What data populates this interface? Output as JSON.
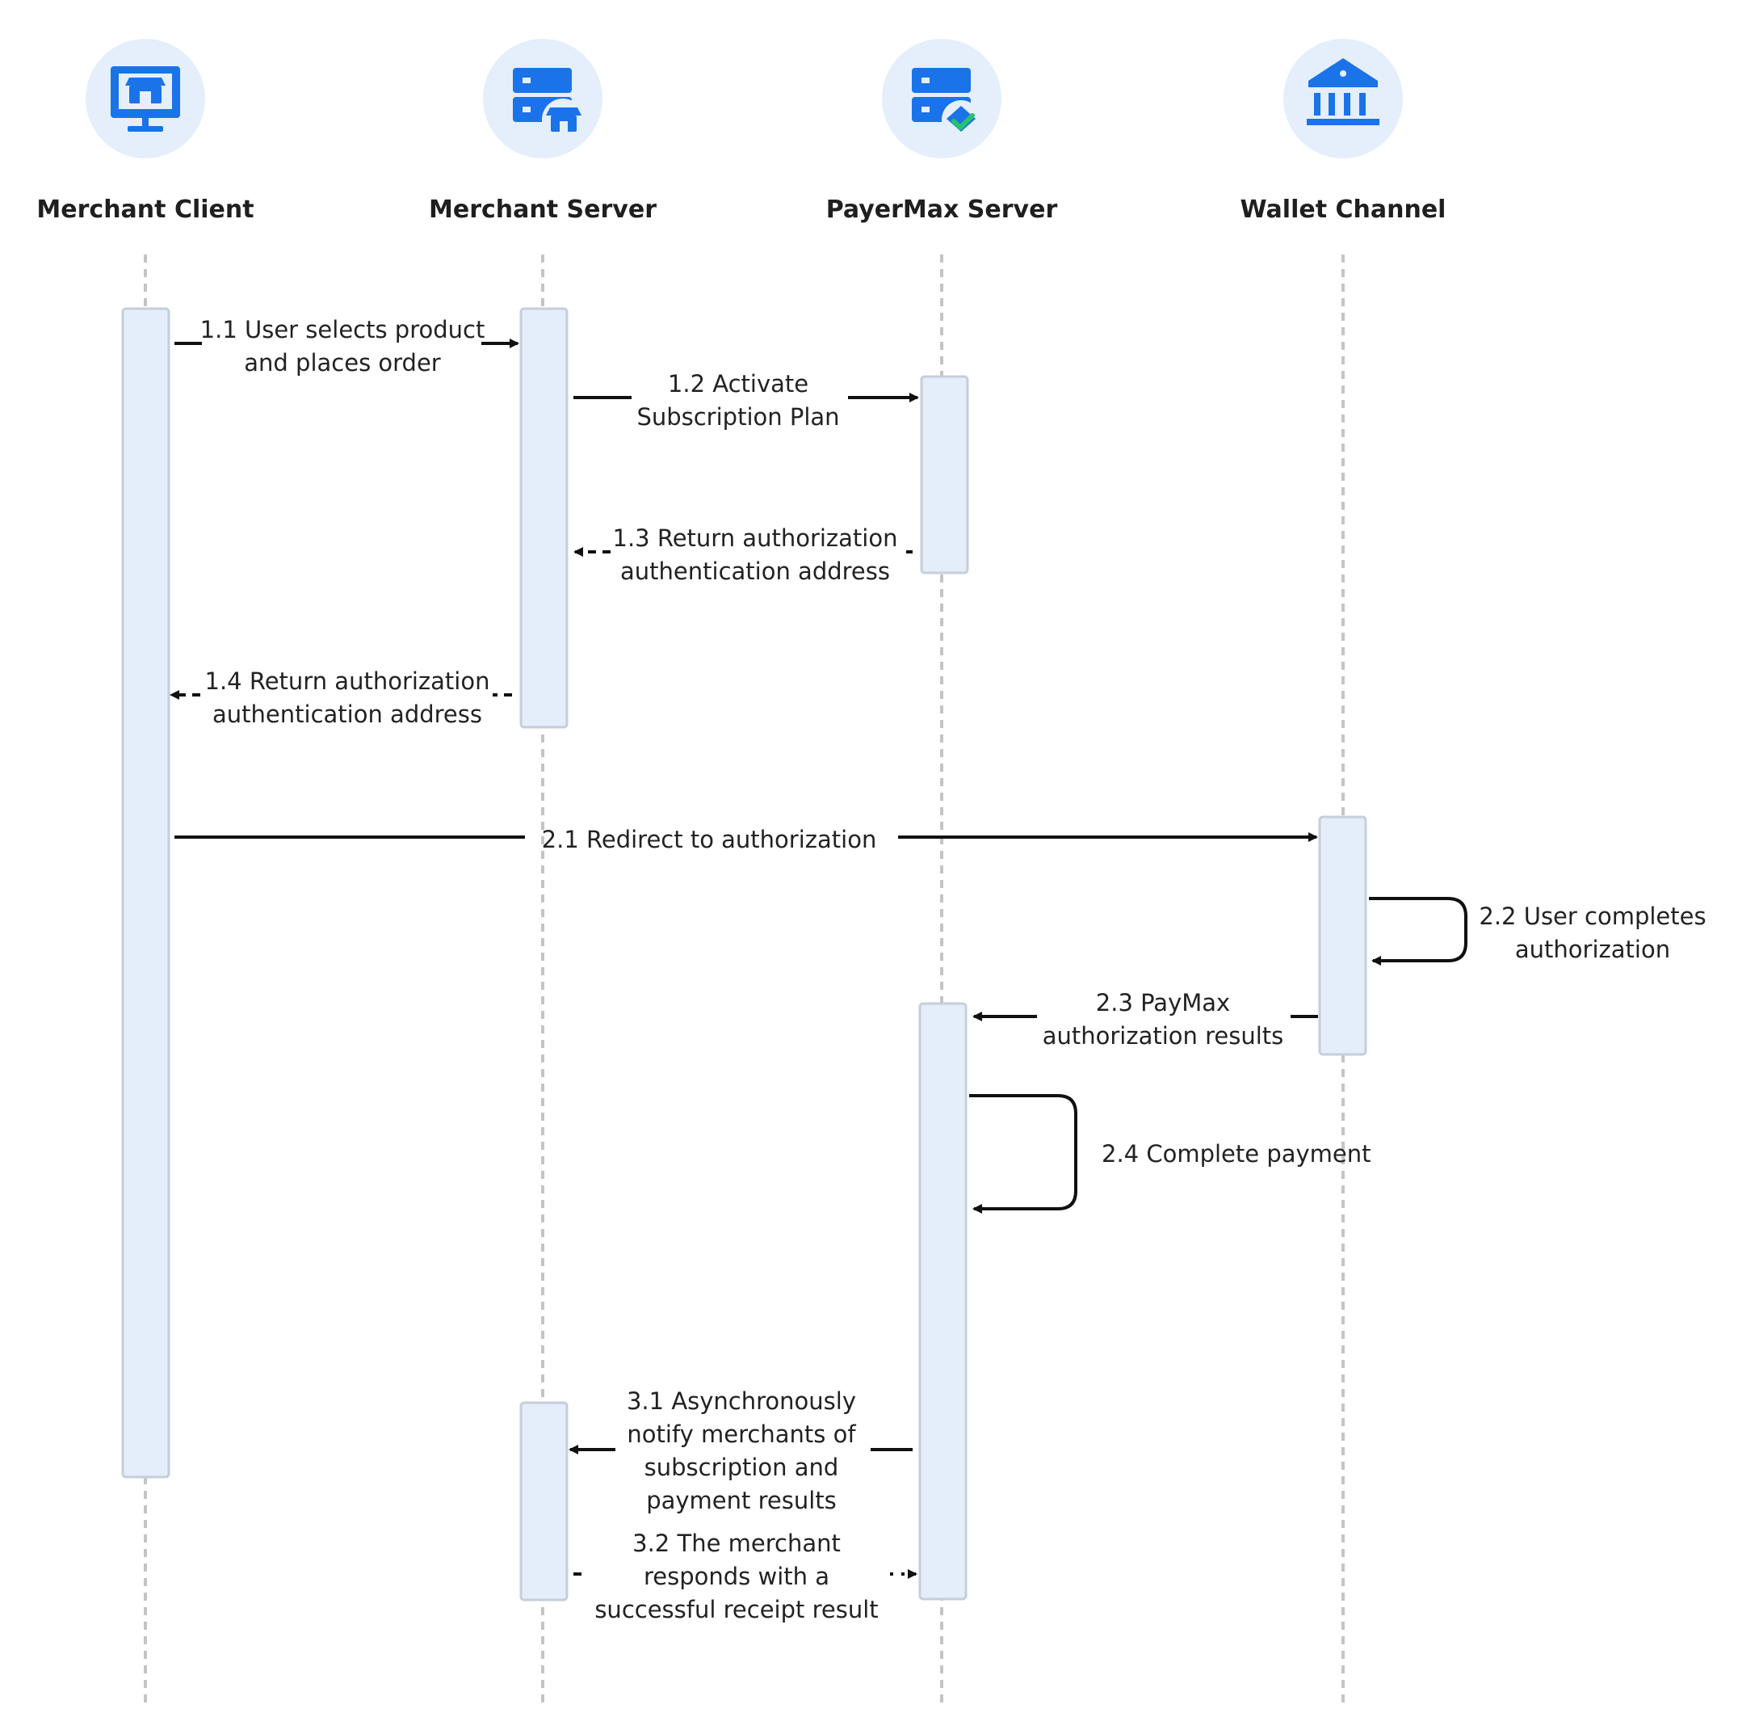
{
  "colors": {
    "accent": "#1a73e8",
    "icon_bg": "#e4effb",
    "lifeline": "#c4c4c4",
    "activation_fill": "#e3eefa",
    "activation_stroke": "#c4cfdb",
    "arrow": "#111111",
    "check": "#27c26c"
  },
  "actors": [
    {
      "id": "client",
      "label": "Merchant Client",
      "icon": "monitor-store-icon"
    },
    {
      "id": "merchant",
      "label": "Merchant Server",
      "icon": "server-store-icon"
    },
    {
      "id": "payermax",
      "label": "PayerMax Server",
      "icon": "server-verified-icon"
    },
    {
      "id": "wallet",
      "label": "Wallet Channel",
      "icon": "bank-icon"
    }
  ],
  "messages": [
    {
      "id": "m1_1",
      "label": [
        "1.1 User selects product",
        "and places order"
      ]
    },
    {
      "id": "m1_2",
      "label": [
        "1.2 Activate",
        "Subscription Plan"
      ]
    },
    {
      "id": "m1_3",
      "label": [
        "1.3 Return authorization",
        "authentication address"
      ]
    },
    {
      "id": "m1_4",
      "label": [
        "1.4 Return authorization",
        "authentication address"
      ]
    },
    {
      "id": "m2_1",
      "label": [
        "2.1 Redirect to authorization"
      ]
    },
    {
      "id": "m2_2",
      "label": [
        "2.2 User completes",
        "authorization"
      ]
    },
    {
      "id": "m2_3",
      "label": [
        "2.3 PayMax",
        "authorization  results"
      ]
    },
    {
      "id": "m2_4",
      "label": [
        "2.4 Complete payment"
      ]
    },
    {
      "id": "m3_1",
      "label": [
        "3.1 Asynchronously",
        "notify merchants of",
        "subscription and",
        "payment results"
      ]
    },
    {
      "id": "m3_2",
      "label": [
        "3.2 The merchant",
        "responds with a",
        "successful receipt result"
      ]
    }
  ]
}
